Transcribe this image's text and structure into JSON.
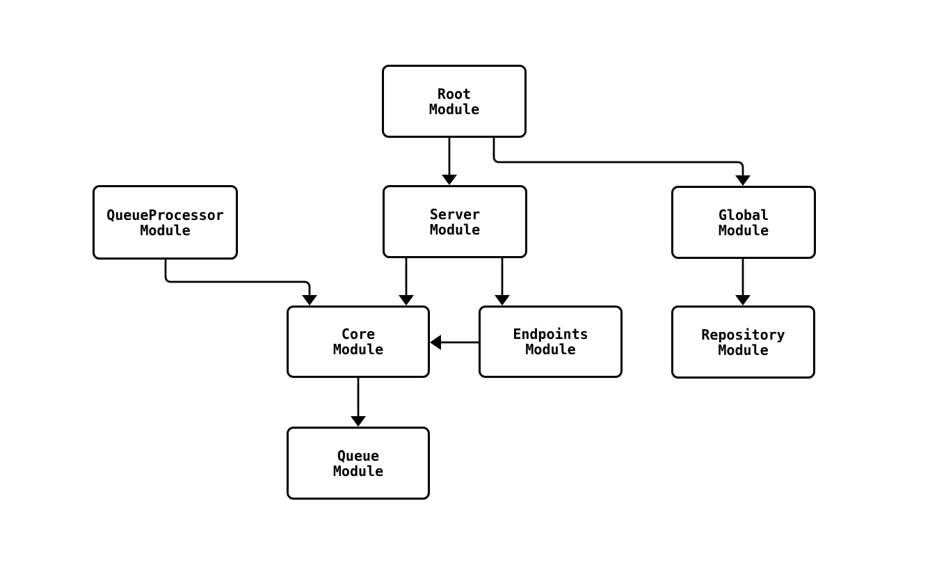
{
  "diagram": {
    "type": "module-dependency-flowchart",
    "colors": {
      "background": "#ffffff",
      "node_fill": "#ffffff",
      "node_border": "#000000",
      "edge": "#000000",
      "text": "#000000"
    },
    "nodes": [
      {
        "id": "root",
        "label": "Root\nModule"
      },
      {
        "id": "queueprocessor",
        "label": "QueueProcessor\nModule"
      },
      {
        "id": "server",
        "label": "Server\nModule"
      },
      {
        "id": "global",
        "label": "Global\nModule"
      },
      {
        "id": "core",
        "label": "Core\nModule"
      },
      {
        "id": "endpoints",
        "label": "Endpoints\nModule"
      },
      {
        "id": "repository",
        "label": "Repository\nModule"
      },
      {
        "id": "queue",
        "label": "Queue\nModule"
      }
    ],
    "edges": [
      {
        "from": "Root Module",
        "to": "Server Module"
      },
      {
        "from": "Root Module",
        "to": "Global Module"
      },
      {
        "from": "QueueProcessor Module",
        "to": "Core Module"
      },
      {
        "from": "Server Module",
        "to": "Core Module"
      },
      {
        "from": "Server Module",
        "to": "Endpoints Module"
      },
      {
        "from": "Endpoints Module",
        "to": "Core Module"
      },
      {
        "from": "Global Module",
        "to": "Repository Module"
      },
      {
        "from": "Core Module",
        "to": "Queue Module"
      }
    ]
  }
}
